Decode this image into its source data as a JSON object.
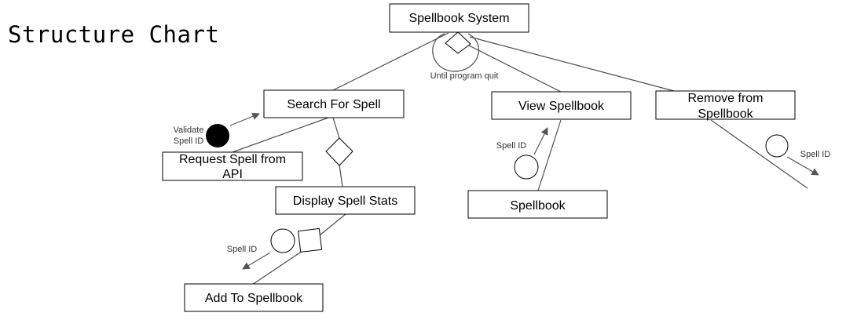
{
  "title": "Structure Chart",
  "nodes": {
    "root": "Spellbook System",
    "search": "Search For Spell",
    "view": "View Spellbook",
    "remove_line1": "Remove from",
    "remove_line2": "Spellbook",
    "request_line1": "Request Spell from",
    "request_line2": "API",
    "display": "Display Spell Stats",
    "add": "Add To Spellbook",
    "spellbook": "Spellbook"
  },
  "annotations": {
    "loop": "Until program quit",
    "validate_line1": "Validate",
    "validate_line2": "Spell ID",
    "spell_id_view": "Spell ID",
    "spell_id_remove": "Spell ID",
    "spell_id_add": "Spell ID"
  },
  "colors": {
    "line": "#4d4d4d",
    "box_stroke": "#000000",
    "control_flag": "#000000"
  }
}
